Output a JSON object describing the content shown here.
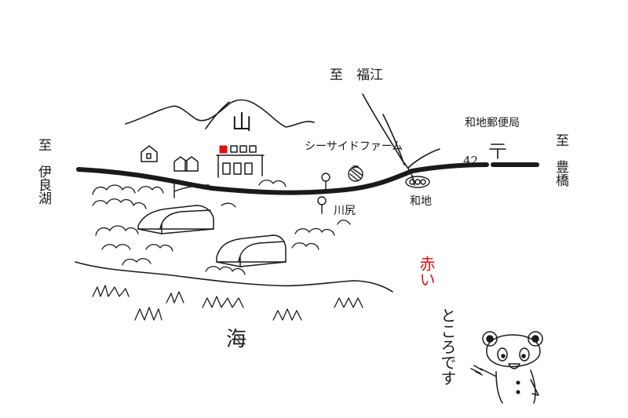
{
  "labels": {
    "to_fukue": "至　福江",
    "to_toyohashi": "至　豊橋",
    "to_iragoko": "至　伊良湖",
    "mountain": "山",
    "sea": "海",
    "seaside_farm": "シーサイドファーム",
    "kawajiri": "川尻",
    "wachi": "和地",
    "wachi_post_office": "和地郵便局",
    "route_number": "42",
    "caption_red": "赤い",
    "caption_rest": "ところです"
  },
  "colors": {
    "ink": "#1a1a1a",
    "marker": "#e01010",
    "paper": "#ffffff"
  },
  "icons": [
    "post-office-mark-icon",
    "traffic-signal-icon",
    "panda-mascot-icon"
  ]
}
